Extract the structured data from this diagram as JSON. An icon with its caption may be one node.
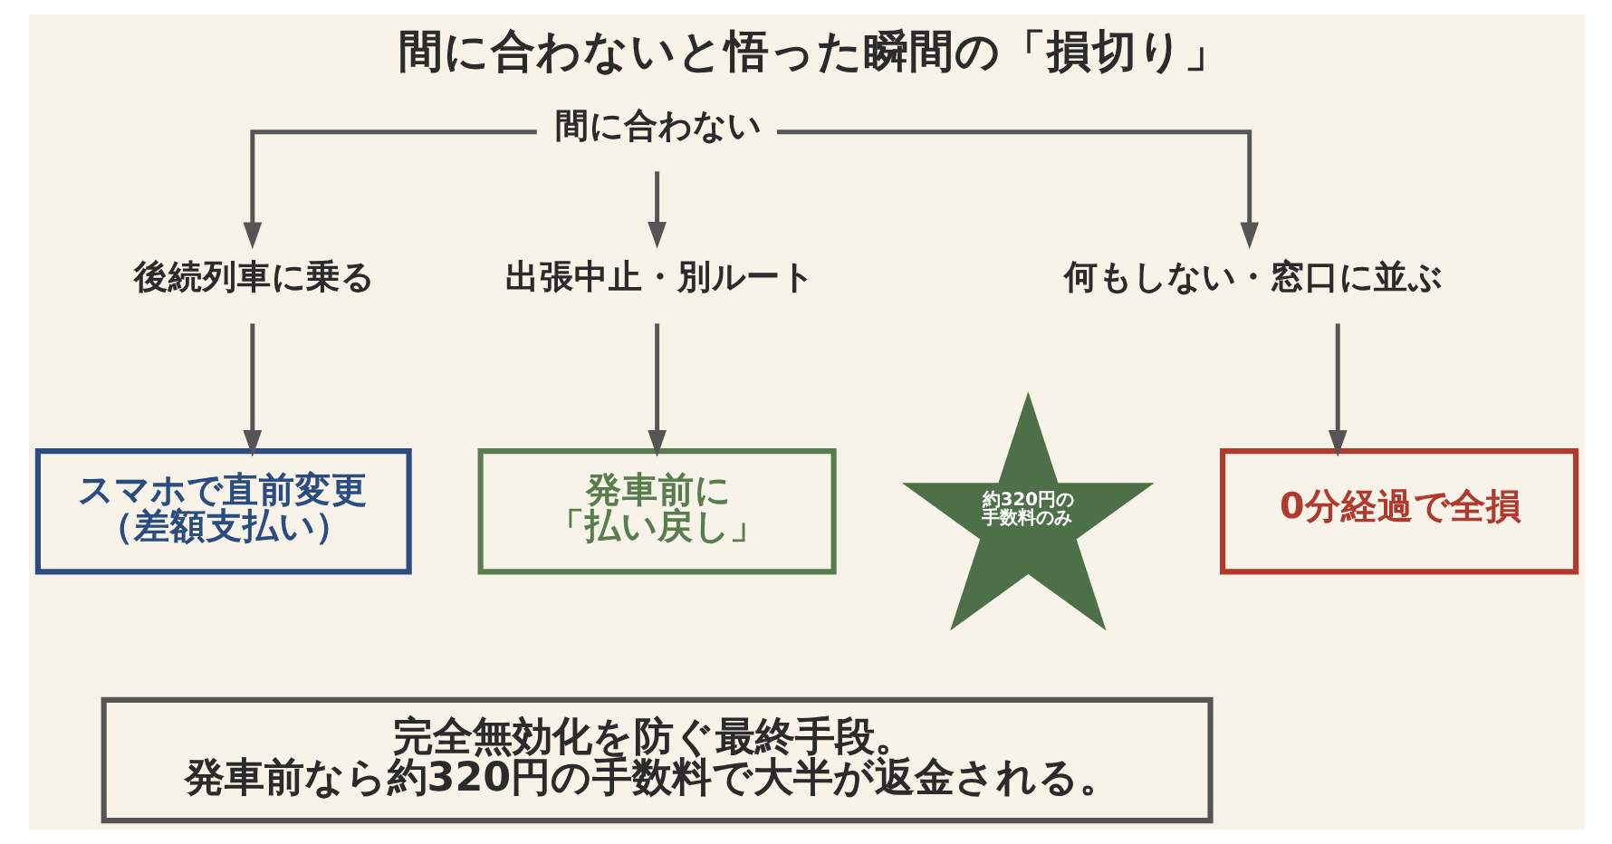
{
  "diagram": {
    "title": "間に合わないと悟った瞬間の「損切り」",
    "nodes": [
      {
        "text": [
          "間に合わない"
        ]
      },
      {
        "text": [
          "後続列車に乗る"
        ]
      },
      {
        "text": [
          "出張中止・別ルート"
        ]
      },
      {
        "text": [
          "何もしない・窓口に並ぶ"
        ]
      },
      {
        "text": [
          "スマホで直前変更（差額支払い）"
        ]
      },
      {
        "text": [
          "発車前に「払い戻し」"
        ]
      },
      {
        "text": [
          "約320円の手数料のみ"
        ]
      },
      {
        "text": [
          "0分経過で全損"
        ]
      },
      {
        "text": [
          "完全無効化を防ぐ最終手段。発車前なら約320円の手数料で大半が返金される。"
        ]
      }
    ],
    "edges": [
      {
        "from": 0,
        "to": 1,
        "arrow": "to"
      },
      {
        "from": 0,
        "to": 2,
        "arrow": "to"
      },
      {
        "from": 0,
        "to": 3,
        "arrow": "to"
      },
      {
        "from": 1,
        "to": 4,
        "arrow": "to"
      },
      {
        "from": 2,
        "to": 5,
        "arrow": "to"
      },
      {
        "from": 3,
        "to": 7,
        "arrow": "to"
      }
    ]
  }
}
